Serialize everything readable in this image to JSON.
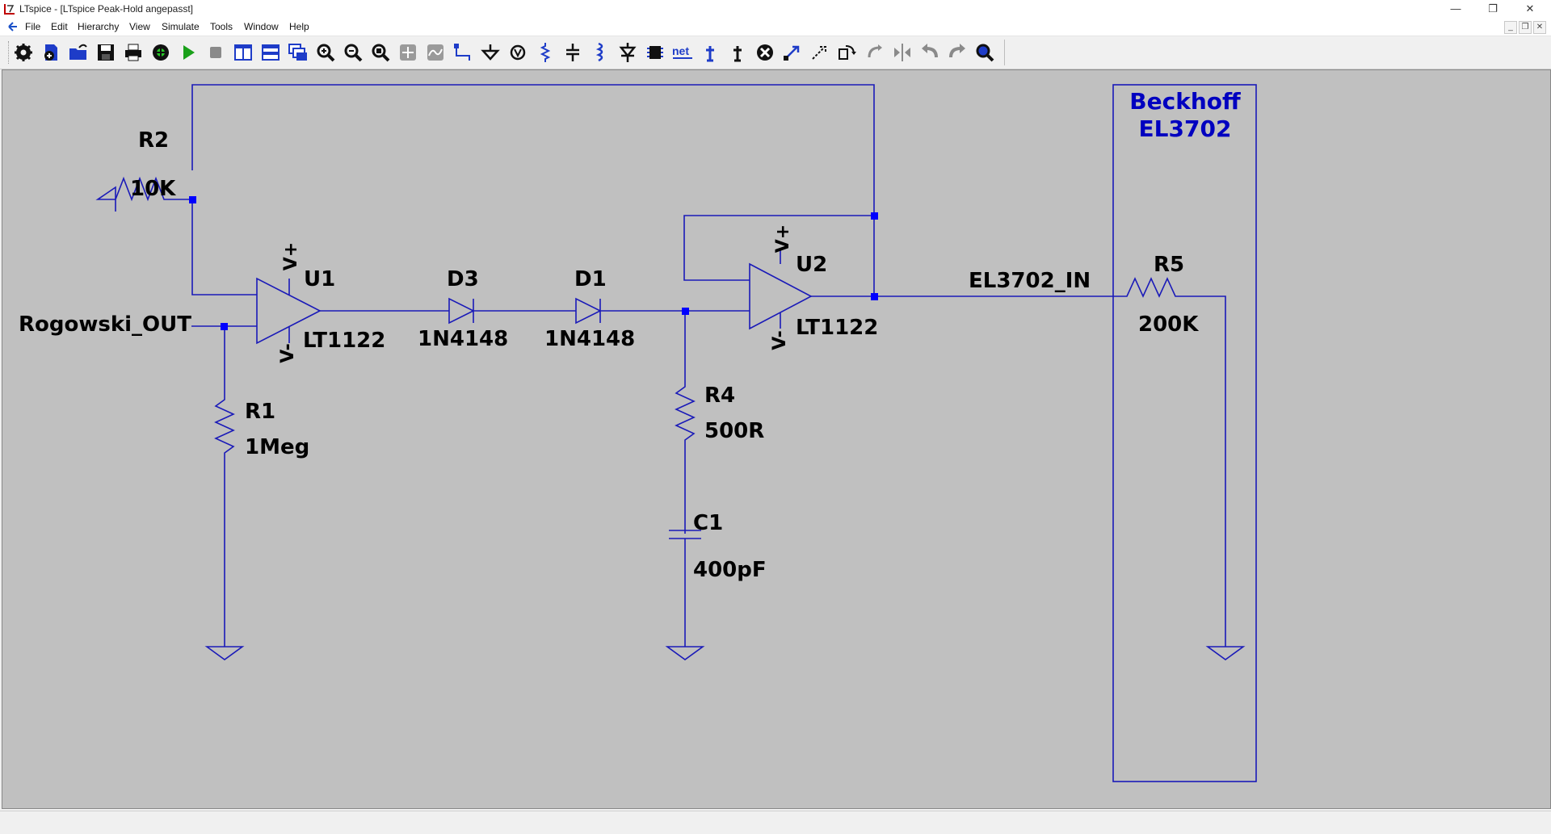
{
  "window": {
    "title": "LTspice - [LTspice Peak-Hold angepasst]",
    "minimize_glyph": "—",
    "restore_glyph": "❐",
    "close_glyph": "✕"
  },
  "menu": {
    "items": [
      "File",
      "Edit",
      "Hierarchy",
      "View",
      "Simulate",
      "Tools",
      "Window",
      "Help"
    ],
    "mdi_minimize": "_",
    "mdi_restore": "❐",
    "mdi_close": "✕"
  },
  "toolbar": {
    "buttons": [
      "control-panel-icon",
      "new-schematic-icon",
      "open-icon",
      "save-icon",
      "print-icon",
      "run-icon",
      "run-play-icon",
      "halt-icon",
      "tile-vertical-icon",
      "tile-horizontal-icon",
      "cascade-icon",
      "zoom-in-icon",
      "zoom-out-icon",
      "zoom-fit-icon",
      "pan-icon",
      "waveform-icon",
      "wire-icon",
      "ground-icon",
      "net-flag-icon",
      "resistor-icon",
      "capacitor-icon",
      "inductor-icon",
      "diode-icon",
      "component-icon",
      "net-label-icon",
      "text-icon",
      "spice-directive-icon",
      "delete-icon",
      "move-icon",
      "drag-icon",
      "rotate-icon",
      "mirror-icon",
      "mirror-2-icon",
      "undo-icon",
      "redo-icon",
      "find-icon"
    ],
    "net_label": "net"
  },
  "schematic": {
    "components": {
      "R2": {
        "name": "R2",
        "value": "10K"
      },
      "U1": {
        "name": "U1",
        "model": "LT1122",
        "vplus": "V+",
        "vminus": "V-"
      },
      "D3": {
        "name": "D3",
        "model": "1N4148"
      },
      "D1": {
        "name": "D1",
        "model": "1N4148"
      },
      "U2": {
        "name": "U2",
        "model": "LT1122",
        "vplus": "V+",
        "vminus": "V-"
      },
      "R1": {
        "name": "R1",
        "value": "1Meg"
      },
      "R4": {
        "name": "R4",
        "value": "500R"
      },
      "C1": {
        "name": "C1",
        "value": "400pF"
      },
      "R5": {
        "name": "R5",
        "value": "200K"
      }
    },
    "net_labels": {
      "input": "Rogowski_OUT",
      "output": "EL3702_IN"
    },
    "box_label_line1": "Beckhoff",
    "box_label_line2": "EL3702",
    "wire_color": "#1a1ab8",
    "junction_color": "#0000ff",
    "background_color": "#c0c0c0"
  }
}
